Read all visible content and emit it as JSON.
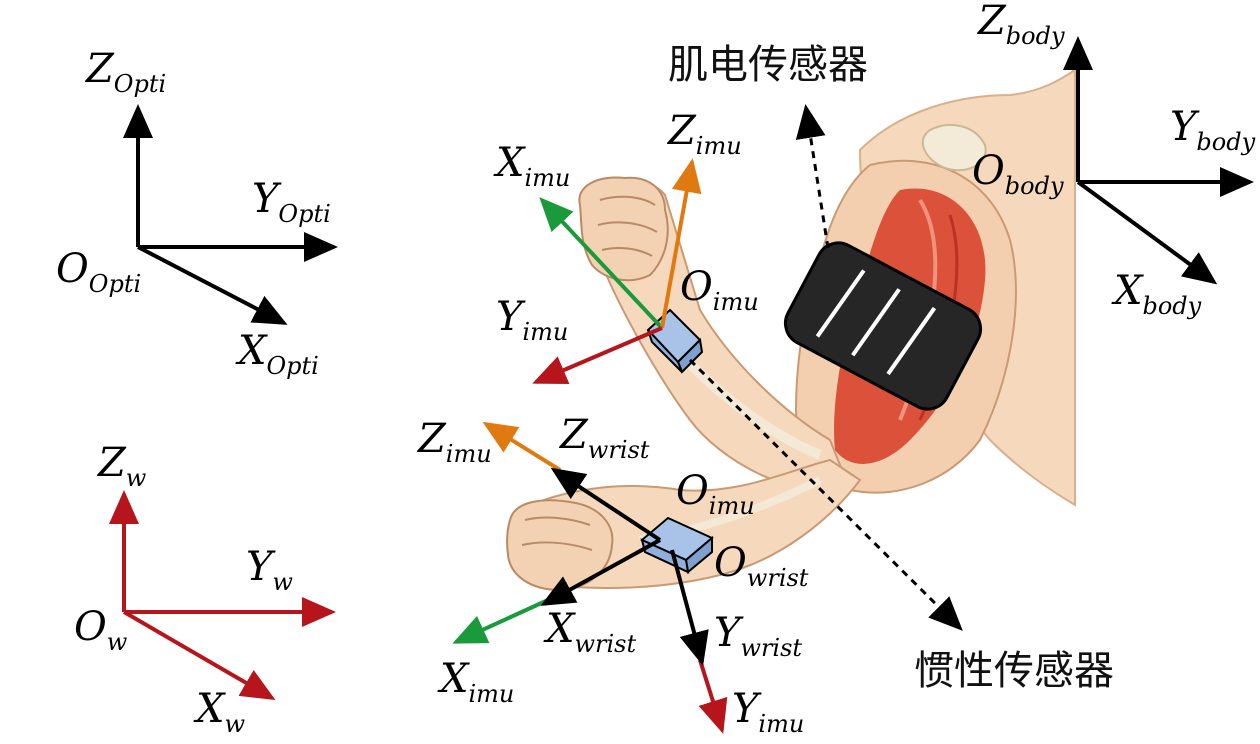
{
  "colors": {
    "black": "#000000",
    "red": "#b5151b",
    "green": "#1a9a3a",
    "orange": "#e07a10",
    "skin": "#f6d9bd",
    "muscle": "#d9432e",
    "imu_fill": "#a9c3e8",
    "band": "#262626"
  },
  "frames": {
    "opti": {
      "origin": {
        "base": "O",
        "sub": "Opti"
      },
      "z": {
        "base": "Z",
        "sub": "Opti"
      },
      "y": {
        "base": "Y",
        "sub": "Opti"
      },
      "x": {
        "base": "X",
        "sub": "Opti"
      }
    },
    "world": {
      "origin": {
        "base": "O",
        "sub": "w"
      },
      "z": {
        "base": "Z",
        "sub": "w"
      },
      "y": {
        "base": "Y",
        "sub": "w"
      },
      "x": {
        "base": "X",
        "sub": "w"
      }
    },
    "body": {
      "origin": {
        "base": "O",
        "sub": "body"
      },
      "z": {
        "base": "Z",
        "sub": "body"
      },
      "y": {
        "base": "Y",
        "sub": "body"
      },
      "x": {
        "base": "X",
        "sub": "body"
      }
    },
    "imu_upper": {
      "origin": {
        "base": "O",
        "sub": "imu"
      },
      "z": {
        "base": "Z",
        "sub": "imu"
      },
      "x": {
        "base": "X",
        "sub": "imu"
      },
      "y": {
        "base": "Y",
        "sub": "imu"
      }
    },
    "imu_lower": {
      "origin": {
        "base": "O",
        "sub": "imu"
      },
      "z": {
        "base": "Z",
        "sub": "imu"
      },
      "x": {
        "base": "X",
        "sub": "imu"
      },
      "y": {
        "base": "Y",
        "sub": "imu"
      }
    },
    "wrist": {
      "origin": {
        "base": "O",
        "sub": "wrist"
      },
      "z": {
        "base": "Z",
        "sub": "wrist"
      },
      "x": {
        "base": "X",
        "sub": "wrist"
      },
      "y": {
        "base": "Y",
        "sub": "wrist"
      }
    }
  },
  "annotations": {
    "emg_sensor": "肌电传感器",
    "inertial_sensor": "惯性传感器"
  }
}
